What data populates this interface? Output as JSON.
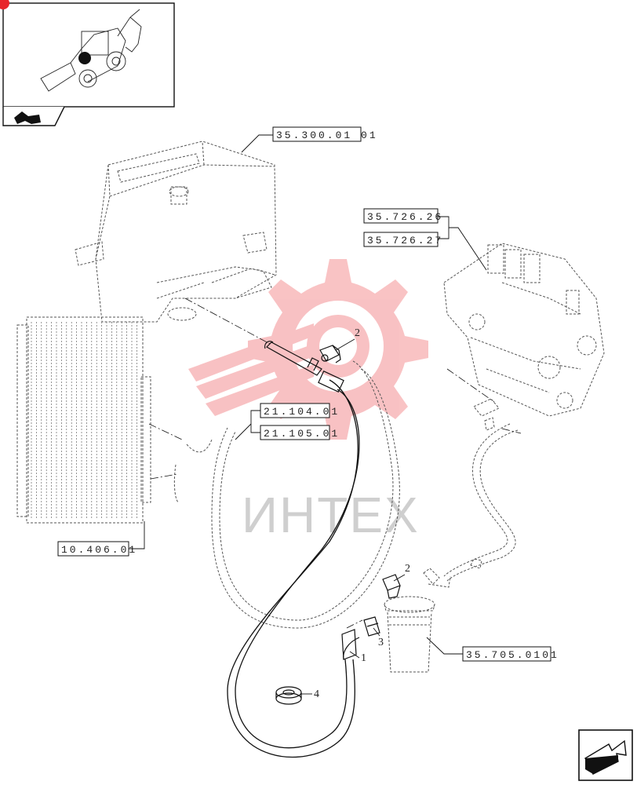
{
  "watermark": {
    "text": "ИНТЕХ",
    "color": "#e8262b"
  },
  "thumbnail": {
    "icon": "backhoe-loader-thumbnail",
    "marker_color": "#111111",
    "nav_icon": "previous-page-arrow-icon"
  },
  "callouts": {
    "tank": "35.300.01 01",
    "valve_a": "35.726.26",
    "valve_b": "35.726.27",
    "pipe_a": "21.104.01",
    "pipe_b": "21.105.01",
    "cooler": "10.406.01",
    "filter": "35.705.0101"
  },
  "item_numbers": {
    "elbow_top": "2",
    "elbow_mid": "2",
    "adapter": "3",
    "hose": "1",
    "seal": "4"
  },
  "nav": {
    "next_icon": "next-page-arrow-icon"
  }
}
